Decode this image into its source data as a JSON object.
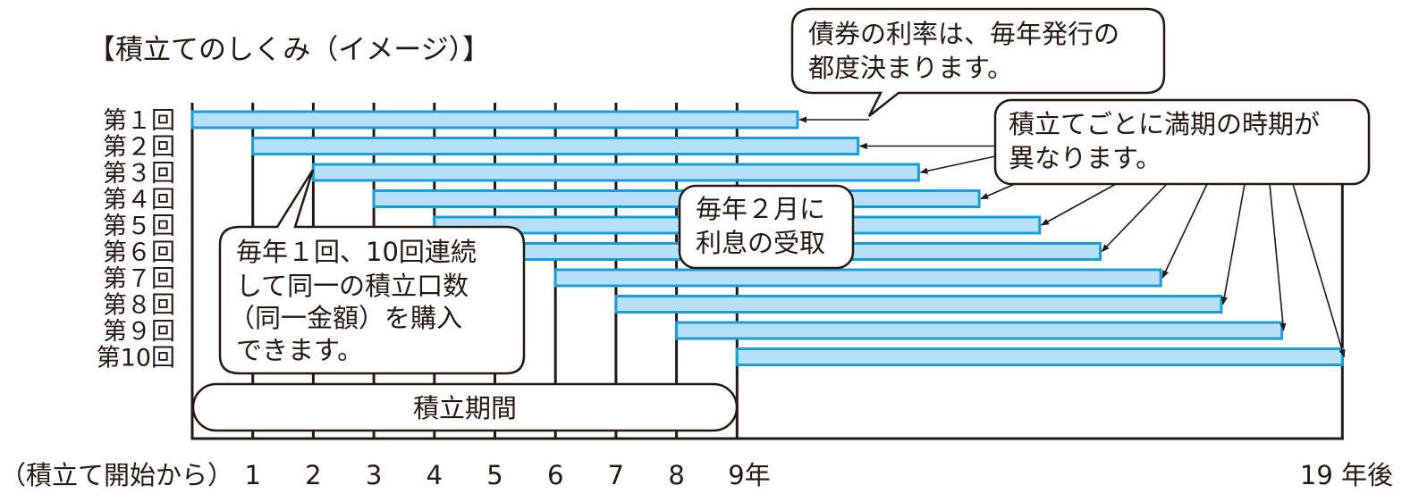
{
  "title": "【積立てのしくみ（イメージ）】",
  "rows": [
    {
      "label": "第１回",
      "start_year": 0,
      "maturity_year": 10
    },
    {
      "label": "第２回",
      "start_year": 1,
      "maturity_year": 11
    },
    {
      "label": "第３回",
      "start_year": 2,
      "maturity_year": 12
    },
    {
      "label": "第４回",
      "start_year": 3,
      "maturity_year": 13
    },
    {
      "label": "第５回",
      "start_year": 4,
      "maturity_year": 14
    },
    {
      "label": "第６回",
      "start_year": 5,
      "maturity_year": 15
    },
    {
      "label": "第７回",
      "start_year": 6,
      "maturity_year": 16
    },
    {
      "label": "第８回",
      "start_year": 7,
      "maturity_year": 17
    },
    {
      "label": "第９回",
      "start_year": 8,
      "maturity_year": 18
    },
    {
      "label": "第10回",
      "start_year": 9,
      "maturity_year": 19
    }
  ],
  "callouts": {
    "interest_rate": [
      "債券の利率は、毎年発行の",
      "都度決まります。"
    ],
    "maturity": [
      "積立てごとに満期の時期が",
      "異なります。"
    ],
    "interest_payment": [
      "毎年２月に",
      "利息の受取"
    ],
    "purchase": [
      "毎年１回、10回連続",
      "して同一の積立口数",
      "（同一金額）を購入",
      "できます。"
    ]
  },
  "period_label": "積立期間",
  "axis": {
    "start_label": "（積立て開始から）",
    "ticks": [
      "1",
      "2",
      "3",
      "4",
      "5",
      "6",
      "7",
      "8",
      "9年"
    ],
    "end_label": "19 年後"
  },
  "colors": {
    "bar_fill": "#b5e0f7",
    "bar_stroke": "#1a9ed9",
    "line": "#231815"
  }
}
